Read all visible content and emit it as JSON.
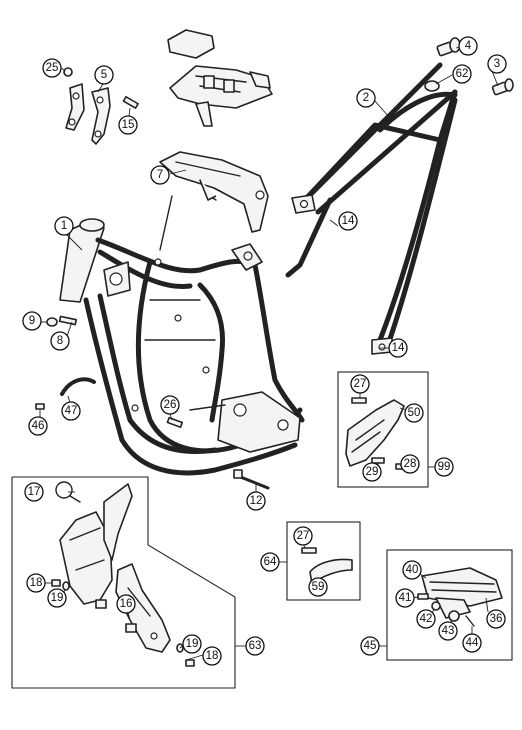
{
  "callouts": [
    {
      "id": "c1",
      "label": "1"
    },
    {
      "id": "c2",
      "label": "2"
    },
    {
      "id": "c3",
      "label": "3"
    },
    {
      "id": "c4",
      "label": "4"
    },
    {
      "id": "c5",
      "label": "5"
    },
    {
      "id": "c7",
      "label": "7"
    },
    {
      "id": "c8",
      "label": "8"
    },
    {
      "id": "c9",
      "label": "9"
    },
    {
      "id": "c12",
      "label": "12"
    },
    {
      "id": "c14a",
      "label": "14"
    },
    {
      "id": "c14b",
      "label": "14"
    },
    {
      "id": "c15",
      "label": "15"
    },
    {
      "id": "c16",
      "label": "16"
    },
    {
      "id": "c17",
      "label": "17"
    },
    {
      "id": "c18a",
      "label": "18"
    },
    {
      "id": "c18b",
      "label": "18"
    },
    {
      "id": "c19a",
      "label": "19"
    },
    {
      "id": "c19b",
      "label": "19"
    },
    {
      "id": "c25",
      "label": "25"
    },
    {
      "id": "c26",
      "label": "26"
    },
    {
      "id": "c27a",
      "label": "27"
    },
    {
      "id": "c27b",
      "label": "27"
    },
    {
      "id": "c28",
      "label": "28"
    },
    {
      "id": "c29",
      "label": "29"
    },
    {
      "id": "c36",
      "label": "36"
    },
    {
      "id": "c40",
      "label": "40"
    },
    {
      "id": "c41",
      "label": "41"
    },
    {
      "id": "c42",
      "label": "42"
    },
    {
      "id": "c43",
      "label": "43"
    },
    {
      "id": "c44",
      "label": "44"
    },
    {
      "id": "c45",
      "label": "45"
    },
    {
      "id": "c46",
      "label": "46"
    },
    {
      "id": "c47",
      "label": "47"
    },
    {
      "id": "c50",
      "label": "50"
    },
    {
      "id": "c59",
      "label": "59"
    },
    {
      "id": "c62",
      "label": "62"
    },
    {
      "id": "c63",
      "label": "63"
    },
    {
      "id": "c64",
      "label": "64"
    },
    {
      "id": "c99",
      "label": "99"
    }
  ]
}
